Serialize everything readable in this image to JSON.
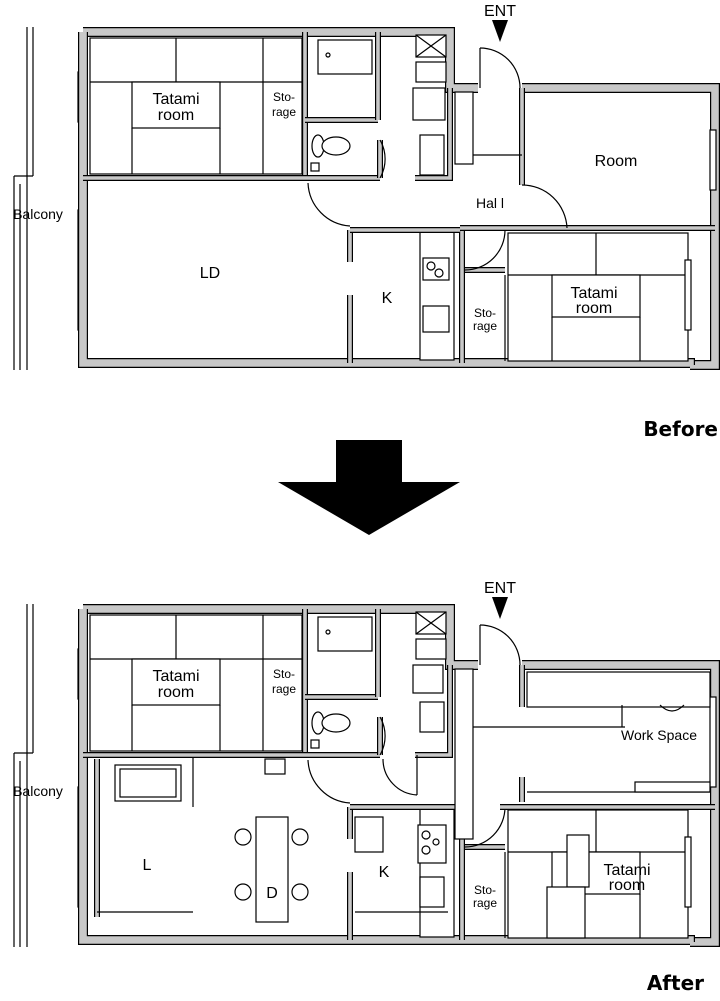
{
  "before": {
    "caption": "Before",
    "entrance": "ENT",
    "balcony": "Balcony",
    "rooms": {
      "tatami_1_line1": "Tatami",
      "tatami_1_line2": "room",
      "storage_1_line1": "Sto-",
      "storage_1_line2": "rage",
      "room": "Room",
      "hall": "Hal l",
      "ld": "LD",
      "kitchen": "K",
      "storage_2_line1": "Sto-",
      "storage_2_line2": "rage",
      "tatami_2_line1": "Tatami",
      "tatami_2_line2": "room"
    }
  },
  "after": {
    "caption": "After",
    "entrance": "ENT",
    "balcony": "Balcony",
    "rooms": {
      "tatami_1_line1": "Tatami",
      "tatami_1_line2": "room",
      "storage_1_line1": "Sto-",
      "storage_1_line2": "rage",
      "work_space": "Work Space",
      "living": "L",
      "dining": "D",
      "kitchen": "K",
      "storage_2_line1": "Sto-",
      "storage_2_line2": "rage",
      "tatami_2_line1": "Tatami",
      "tatami_2_line2": "room"
    }
  },
  "colors": {
    "wall": "#c8c8c8",
    "line": "#000000"
  }
}
